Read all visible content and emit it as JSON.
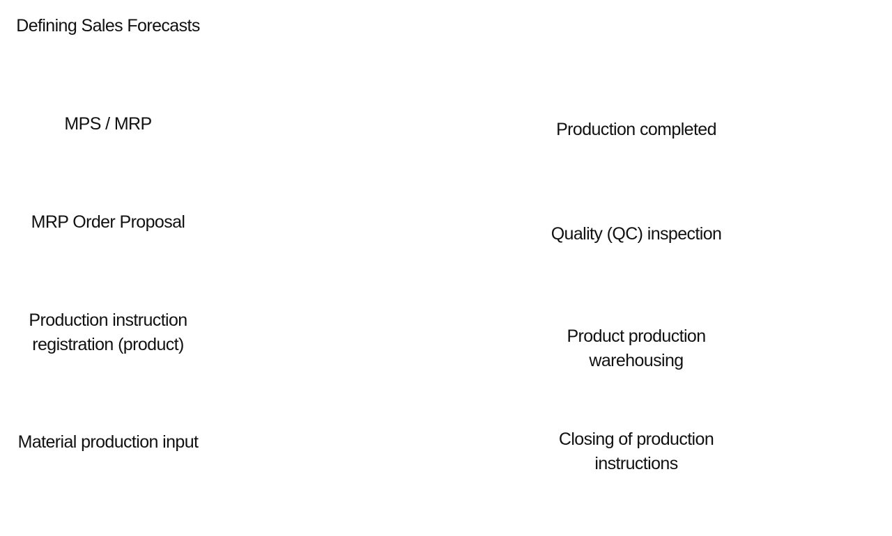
{
  "left_column": [
    {
      "label": "Defining Sales Forecasts"
    },
    {
      "label": "MPS / MRP"
    },
    {
      "label": "MRP Order Proposal"
    },
    {
      "label": "Production instruction\nregistration (product)"
    },
    {
      "label": "Material production input"
    }
  ],
  "right_column": [
    {
      "label": "Production completed"
    },
    {
      "label": "Quality (QC) inspection"
    },
    {
      "label": "Product production\nwarehousing"
    },
    {
      "label": "Closing of production\ninstructions"
    }
  ]
}
